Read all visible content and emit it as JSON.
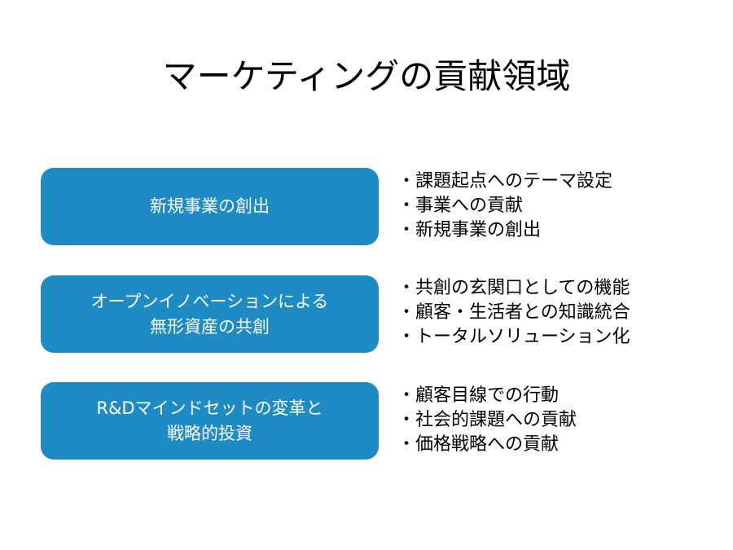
{
  "title": "マーケティングの貢献領域",
  "accent_color": "#1f8bc4",
  "rows": [
    {
      "box_lines": [
        "新規事業の創出"
      ],
      "bullets": [
        "・課題起点へのテーマ設定",
        "・事業への貢献",
        "・新規事業の創出"
      ]
    },
    {
      "box_lines": [
        "オープンイノベーションによる",
        "無形資産の共創"
      ],
      "bullets": [
        "・共創の玄関口としての機能",
        "・顧客・生活者との知識統合",
        "・トータルソリューション化"
      ]
    },
    {
      "box_lines": [
        "R&Dマインドセットの変革と",
        "戦略的投資"
      ],
      "bullets": [
        "・顧客目線での行動",
        "・社会的課題への貢献",
        "・価格戦略への貢献"
      ]
    }
  ]
}
